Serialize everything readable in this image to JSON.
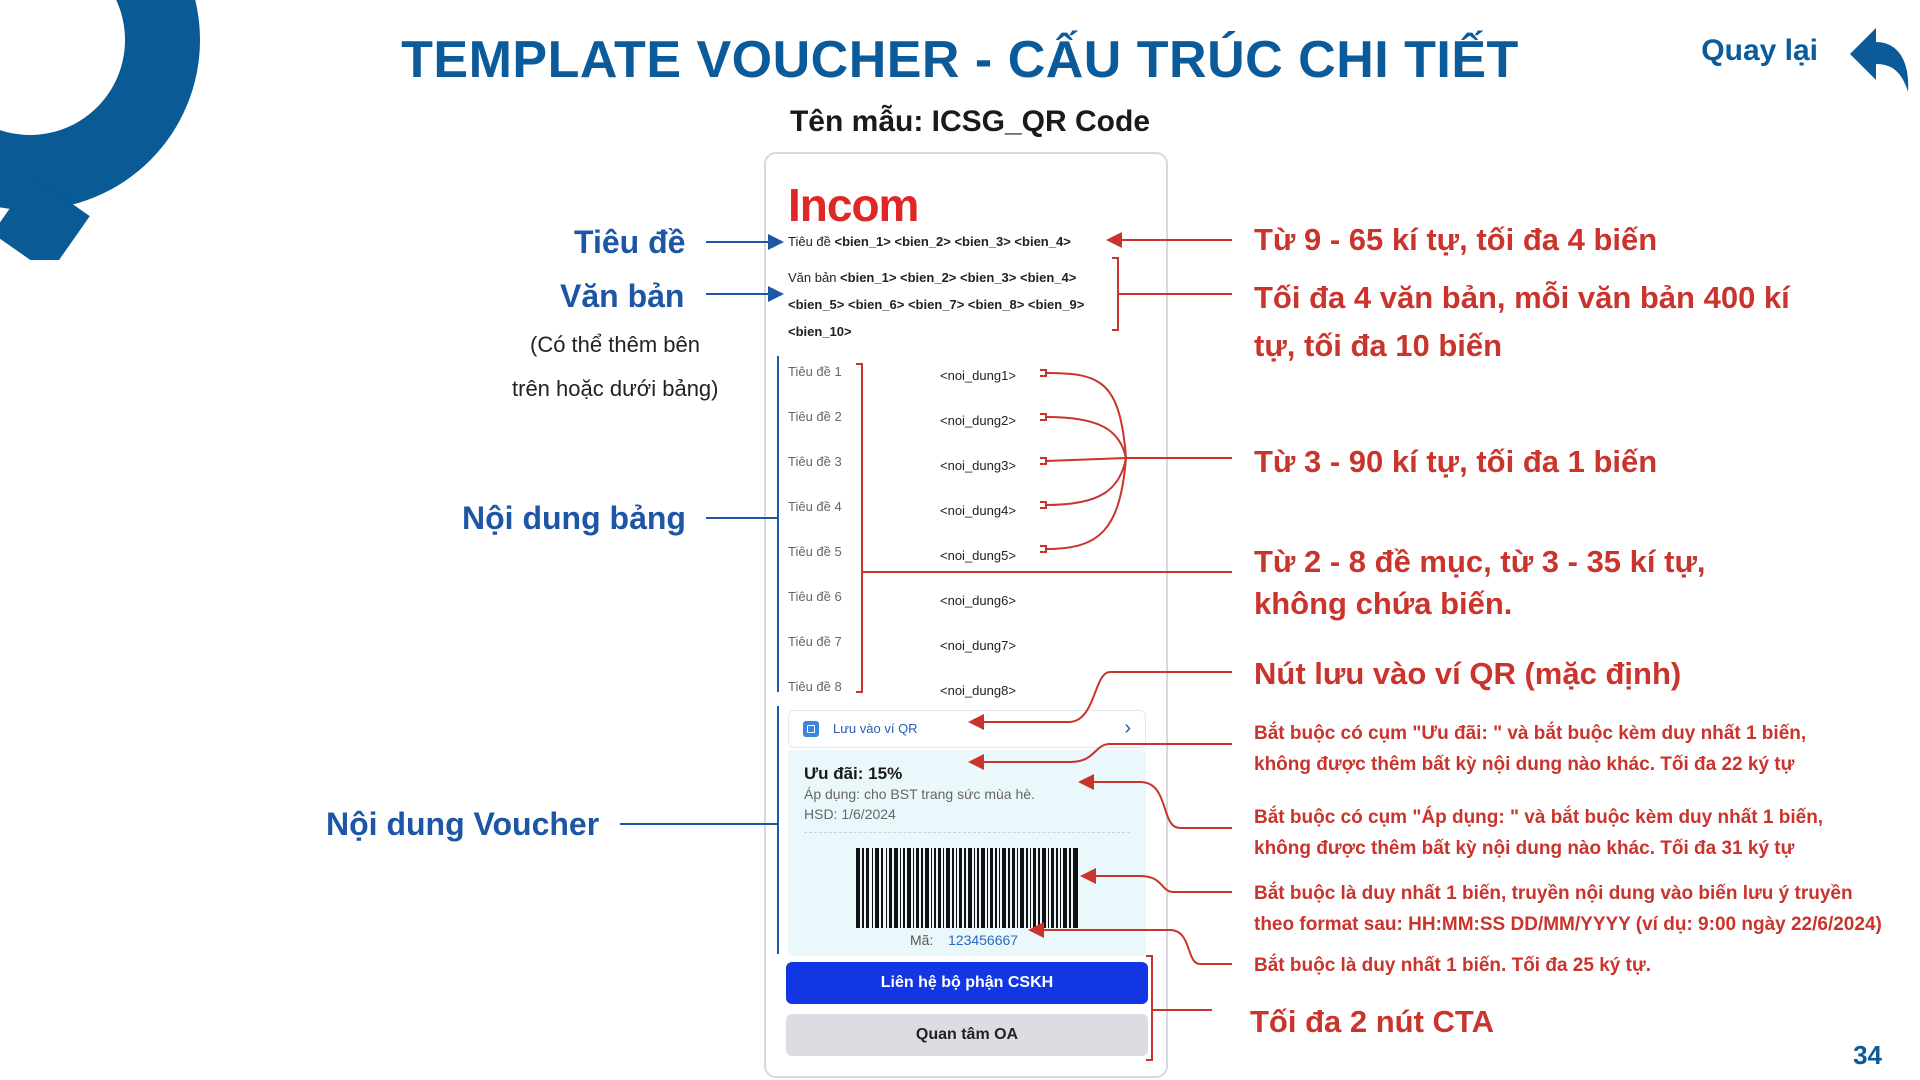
{
  "header": {
    "title": "TEMPLATE VOUCHER - CẤU TRÚC CHI TIẾT",
    "template_name": "Tên mẫu: ICSG_QR Code",
    "back_label": "Quay lại",
    "page_number": "34"
  },
  "left_labels": {
    "title": "Tiêu đề",
    "text": "Văn bản",
    "text_note_1": "(Có thể thêm bên",
    "text_note_2": "trên hoặc dưới bảng)",
    "table": "Nội dung bảng",
    "voucher": "Nội dung Voucher"
  },
  "right_notes": {
    "title_rule": "Từ 9 - 65 kí tự, tối đa 4 biến",
    "text_rule_1": "Tối đa 4 văn bản, mỗi văn bản 400 kí",
    "text_rule_2": "tự, tối đa 10 biến",
    "value_rule": "Từ 3 - 90 kí tự, tối đa 1 biến",
    "row_rule_1": "Từ 2 - 8 đề mục, từ 3 - 35 kí tự,",
    "row_rule_2": "không chứa biến.",
    "qr_rule": "Nút lưu vào ví QR (mặc định)",
    "offer_rule_1": "Bắt buộc có cụm \"Ưu đãi: \" và bắt buộc kèm duy nhất 1 biến,",
    "offer_rule_2": "không được thêm bất kỳ nội dung nào khác. Tối đa 22 ký tự",
    "apply_rule_1": "Bắt buộc có cụm \"Áp dụng: \" và bắt buộc kèm duy nhất 1 biến,",
    "apply_rule_2": "không được thêm bất kỳ nội dung nào khác. Tối đa 31 ký tự",
    "barcode_rule_1": "Bắt buộc là duy nhất 1 biến, truyền nội dung vào biến lưu ý truyền",
    "barcode_rule_2": "theo format sau: HH:MM:SS DD/MM/YYYY (ví dụ: 9:00 ngày 22/6/2024)",
    "code_rule": "Bắt buộc là duy nhất 1 biến. Tối đa 25 ký tự.",
    "cta_rule": "Tối đa 2 nút CTA"
  },
  "phone": {
    "logo": "Incom",
    "title_prefix": "Tiêu đề ",
    "title_vars": "<bien_1> <bien_2> <bien_3> <bien_4>",
    "text_prefix": "Văn bản ",
    "text_vars_1": "<bien_1> <bien_2> <bien_3> <bien_4>",
    "text_vars_2": "<bien_5> <bien_6> <bien_7> <bien_8> <bien_9>",
    "text_vars_3": "<bien_10>",
    "rows": [
      {
        "label": "Tiêu đề 1",
        "value": "<noi_dung1>"
      },
      {
        "label": "Tiêu đề 2",
        "value": "<noi_dung2>"
      },
      {
        "label": "Tiêu đề 3",
        "value": "<noi_dung3>"
      },
      {
        "label": "Tiêu đề 4",
        "value": "<noi_dung4>"
      },
      {
        "label": "Tiêu đề 5",
        "value": "<noi_dung5>"
      },
      {
        "label": "Tiêu đề 6",
        "value": "<noi_dung6>"
      },
      {
        "label": "Tiêu đề 7",
        "value": "<noi_dung7>"
      },
      {
        "label": "Tiêu đề 8",
        "value": "<noi_dung8>"
      }
    ],
    "qr_button": "Lưu vào ví QR",
    "offer": "Ưu đãi: 15%",
    "apply": "Áp dụng: cho BST trang sức mùa hè.",
    "expiry": "HSD: 1/6/2024",
    "code_label": "Mã:",
    "code_value": "123456667",
    "cta_primary": "Liên hệ bộ phận CSKH",
    "cta_secondary": "Quan tâm OA"
  },
  "colors": {
    "title_blue": "#0b5a9a",
    "label_blue": "#1e56a6",
    "note_red": "#c9342c",
    "cta_blue": "#1236e4",
    "logo_red": "#e02727"
  },
  "icons": {
    "gear": "gear-icon",
    "back": "back-arrow-icon",
    "qr_wallet": "wallet-icon",
    "chevron": "chevron-right-icon"
  }
}
